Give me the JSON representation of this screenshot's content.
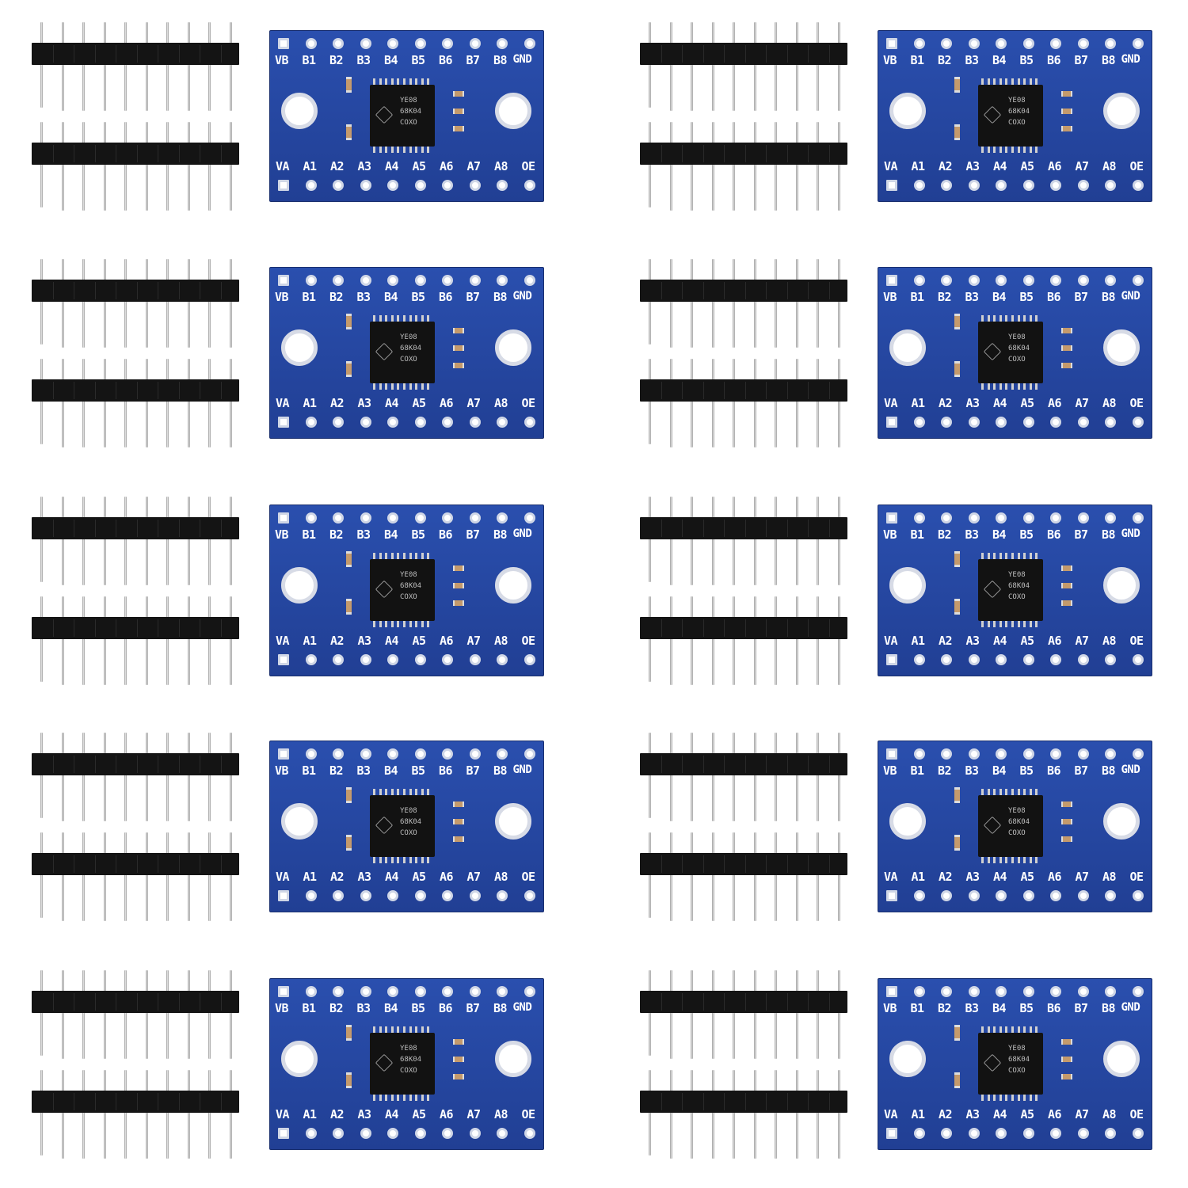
{
  "image": {
    "background": "#ffffff",
    "board_color": "#2a4fae",
    "kit_count": 10,
    "columns": 2,
    "rows": 5
  },
  "board": {
    "top_labels": [
      "VB",
      "B1",
      "B2",
      "B3",
      "B4",
      "B5",
      "B6",
      "B7",
      "B8",
      "GND"
    ],
    "bottom_labels": [
      "VA",
      "A1",
      "A2",
      "A3",
      "A4",
      "A5",
      "A6",
      "A7",
      "A8",
      "OE"
    ],
    "chip_marking": [
      "YE08",
      "68K04",
      "COXO"
    ]
  },
  "header": {
    "pin_count": 10,
    "strips_per_kit": 2
  }
}
